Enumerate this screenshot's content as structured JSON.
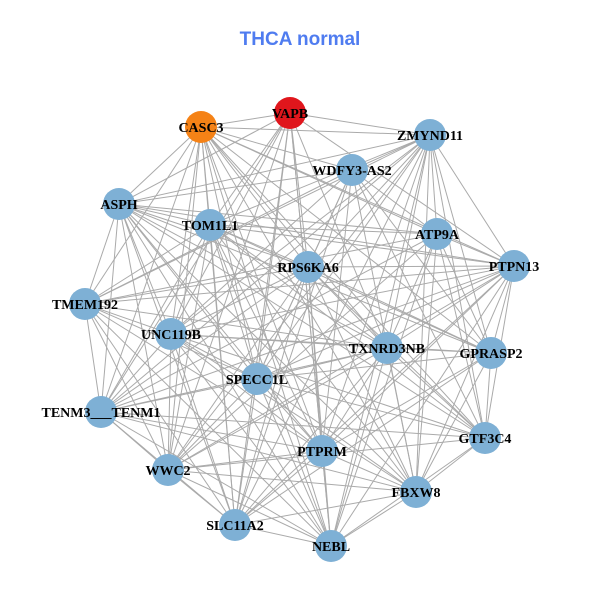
{
  "title": "THCA normal",
  "colors": {
    "default": "#7eb0d5",
    "highlight": "#e0161c",
    "secondary": "#f58216",
    "edge": "#aaaaaa",
    "title": "#4f7cf0"
  },
  "nodes": [
    {
      "label": "VAPB",
      "color": "highlight"
    },
    {
      "label": "CASC3",
      "color": "secondary"
    },
    {
      "label": "ZMYND11",
      "color": "default"
    },
    {
      "label": "WDFY3-AS2",
      "color": "default"
    },
    {
      "label": "ASPH",
      "color": "default"
    },
    {
      "label": "TOM1L1",
      "color": "default"
    },
    {
      "label": "ATP9A",
      "color": "default"
    },
    {
      "label": "RPS6KA6",
      "color": "default"
    },
    {
      "label": "PTPN13",
      "color": "default"
    },
    {
      "label": "TMEM192",
      "color": "default"
    },
    {
      "label": "UNC119B",
      "color": "default"
    },
    {
      "label": "TXNRD3NB",
      "color": "default"
    },
    {
      "label": "GPRASP2",
      "color": "default"
    },
    {
      "label": "SPECC1L",
      "color": "default"
    },
    {
      "label": "TENM3___TENM1",
      "color": "default"
    },
    {
      "label": "GTF3C4",
      "color": "default"
    },
    {
      "label": "PTPRM",
      "color": "default"
    },
    {
      "label": "WWC2",
      "color": "default"
    },
    {
      "label": "FBXW8",
      "color": "default"
    },
    {
      "label": "SLC11A2",
      "color": "default"
    },
    {
      "label": "NEBL",
      "color": "default"
    }
  ]
}
